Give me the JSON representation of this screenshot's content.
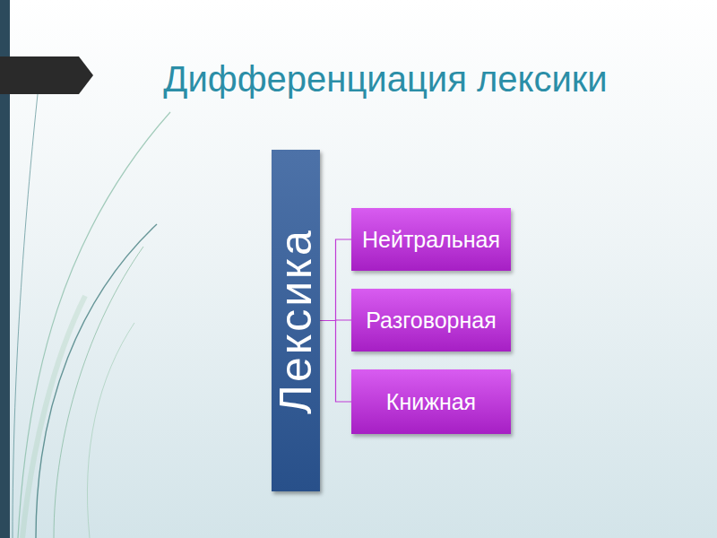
{
  "diagram": {
    "title": "Дифференциация лексики",
    "nodes": [
      {
        "text": [
          "Лексика"
        ]
      },
      {
        "text": [
          "Нейтральная"
        ]
      },
      {
        "text": [
          "Разговорная"
        ]
      },
      {
        "text": [
          "Книжная"
        ]
      }
    ],
    "edges": [
      {
        "from": 0,
        "to": 1,
        "arrow": "none"
      },
      {
        "from": 0,
        "to": 2,
        "arrow": "none"
      },
      {
        "from": 0,
        "to": 3,
        "arrow": "none"
      }
    ]
  }
}
